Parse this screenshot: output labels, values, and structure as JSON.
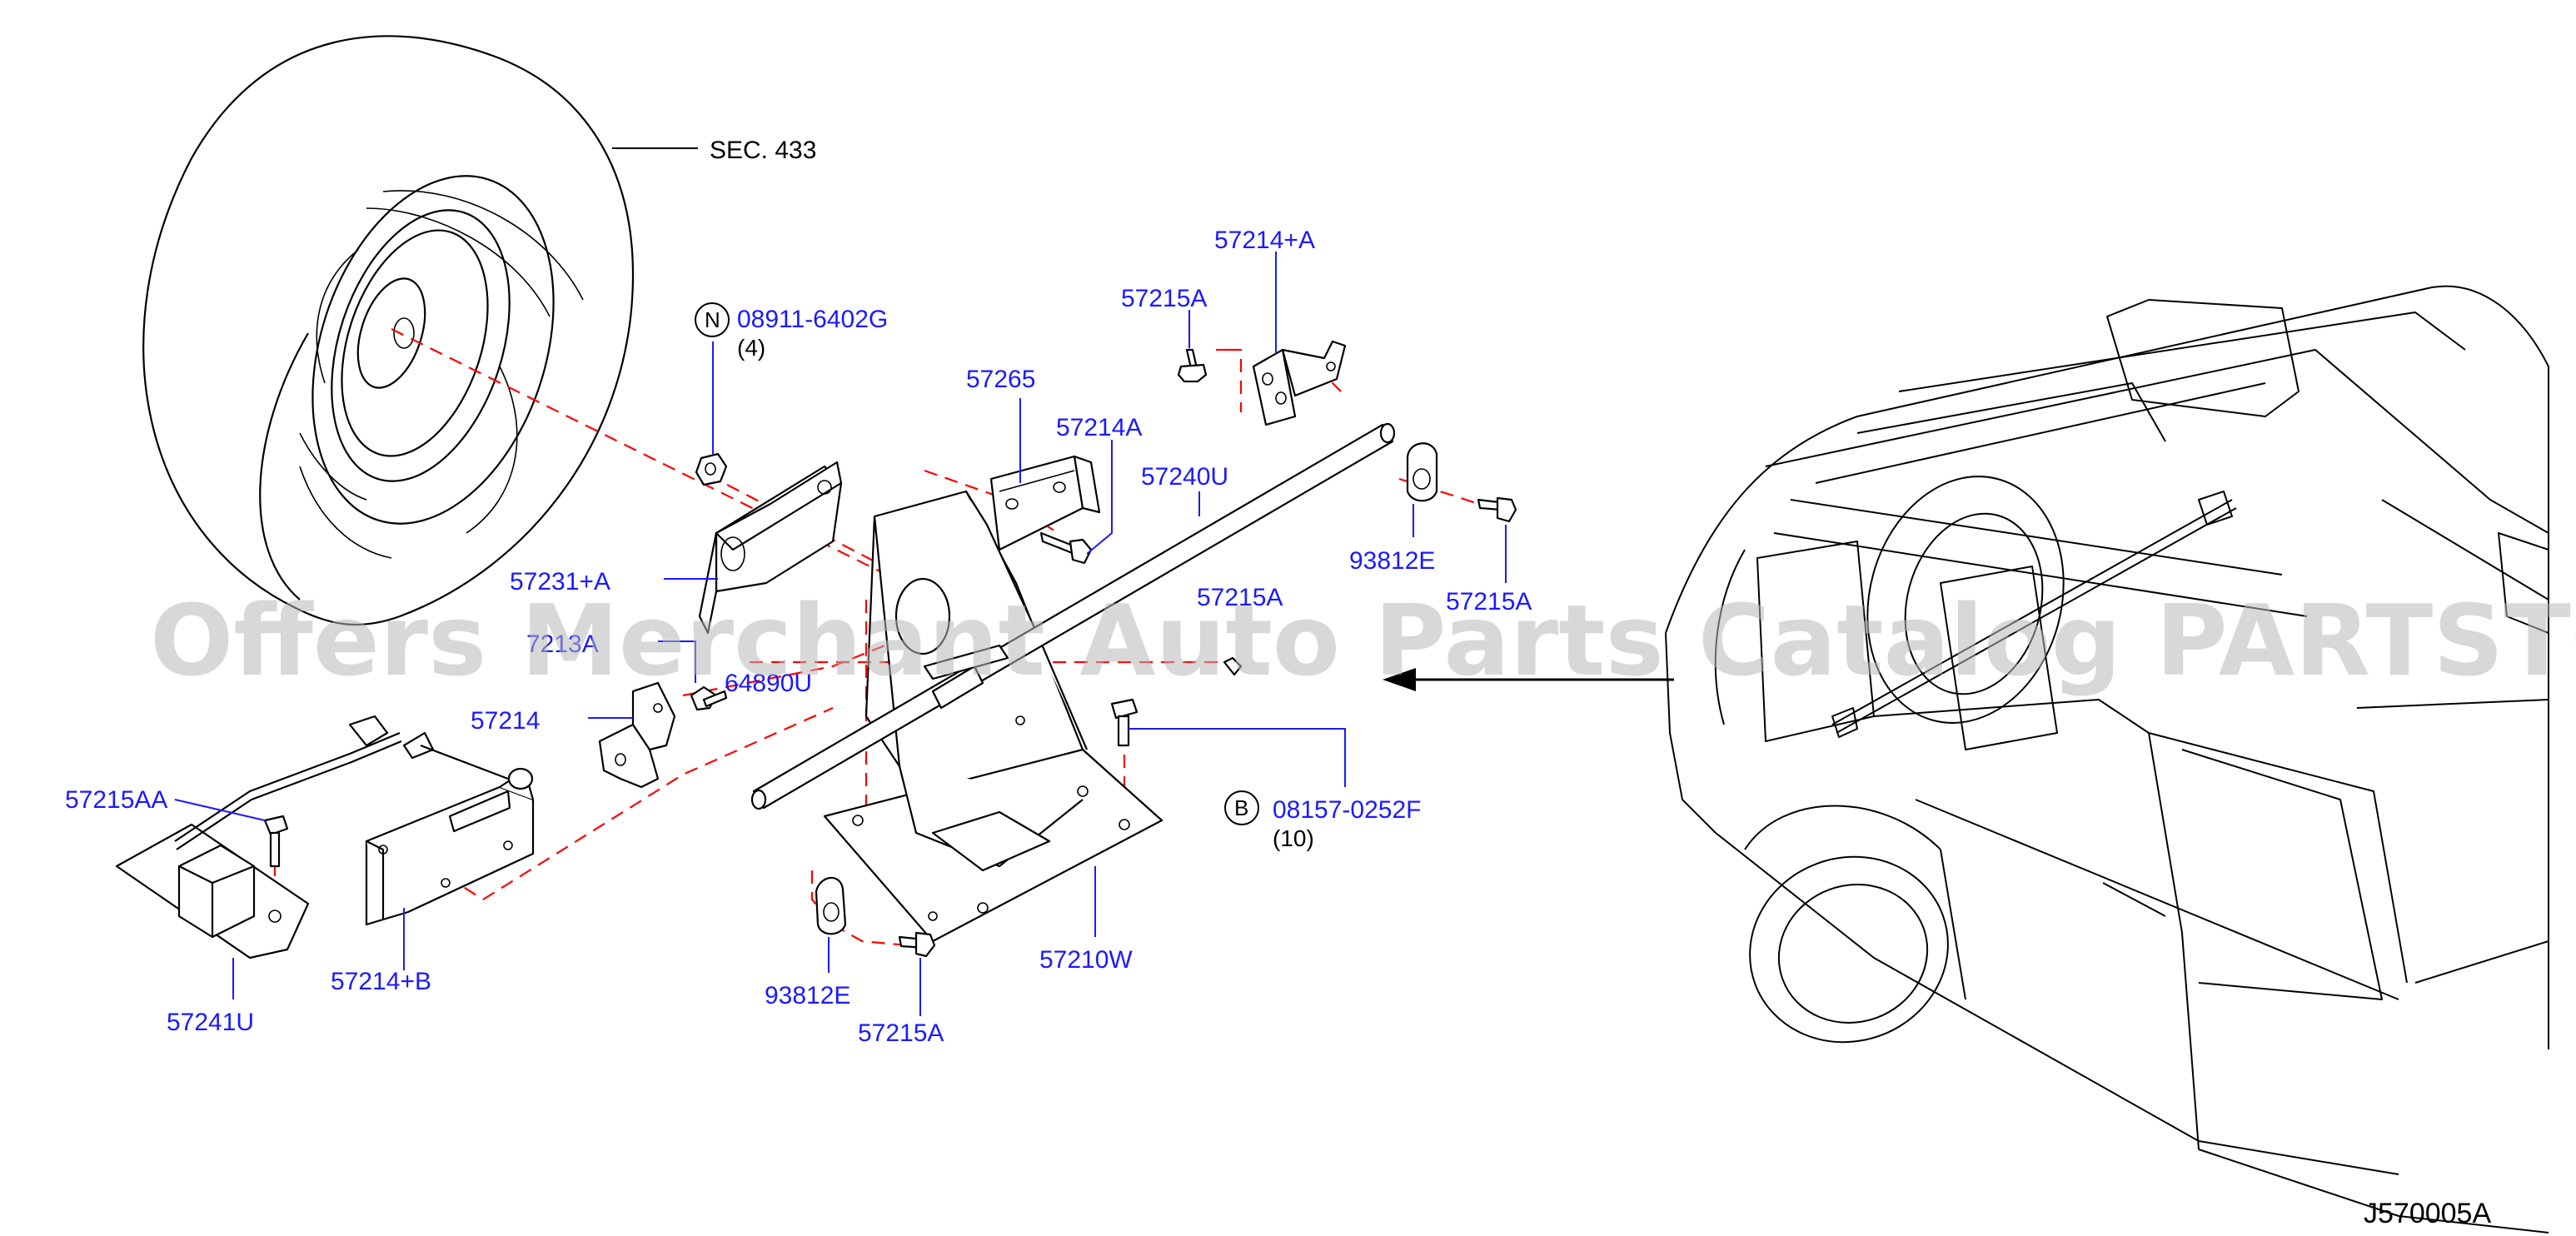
{
  "labels": {
    "sec433": "SEC.   433",
    "p57214_a_top": "57214+A",
    "p57215a_top": "57215A",
    "p08911": "08911-6402G",
    "p08911_qty": "(4)",
    "p08911_mark": "N",
    "p57265": "57265",
    "p57214a": "57214A",
    "p57240u": "57240U",
    "p93812e_right": "93812E",
    "p57215a_right": "57215A",
    "p57231a": "57231+A",
    "p57215a_mid": "57215A",
    "p_hidden": "7213A",
    "p64890u": "64890U",
    "p57214": "57214",
    "p57215aa": "57215AA",
    "p08157": "08157-0252F",
    "p08157_qty": "(10)",
    "p08157_mark": "B",
    "p57214b": "57214+B",
    "p57210w": "57210W",
    "p57241u": "57241U",
    "p93812e_bottom": "93812E",
    "p57215a_bottom": "57215A"
  },
  "watermark": "Offers Merchant Auto Parts Catalog PARTSTORE.SA",
  "diagram_code": "J570005A",
  "colors": {
    "part_number": "#1a1aff",
    "reference": "#000000",
    "dashed_guide": "#ff0000",
    "watermark": "#b8b8b8"
  }
}
